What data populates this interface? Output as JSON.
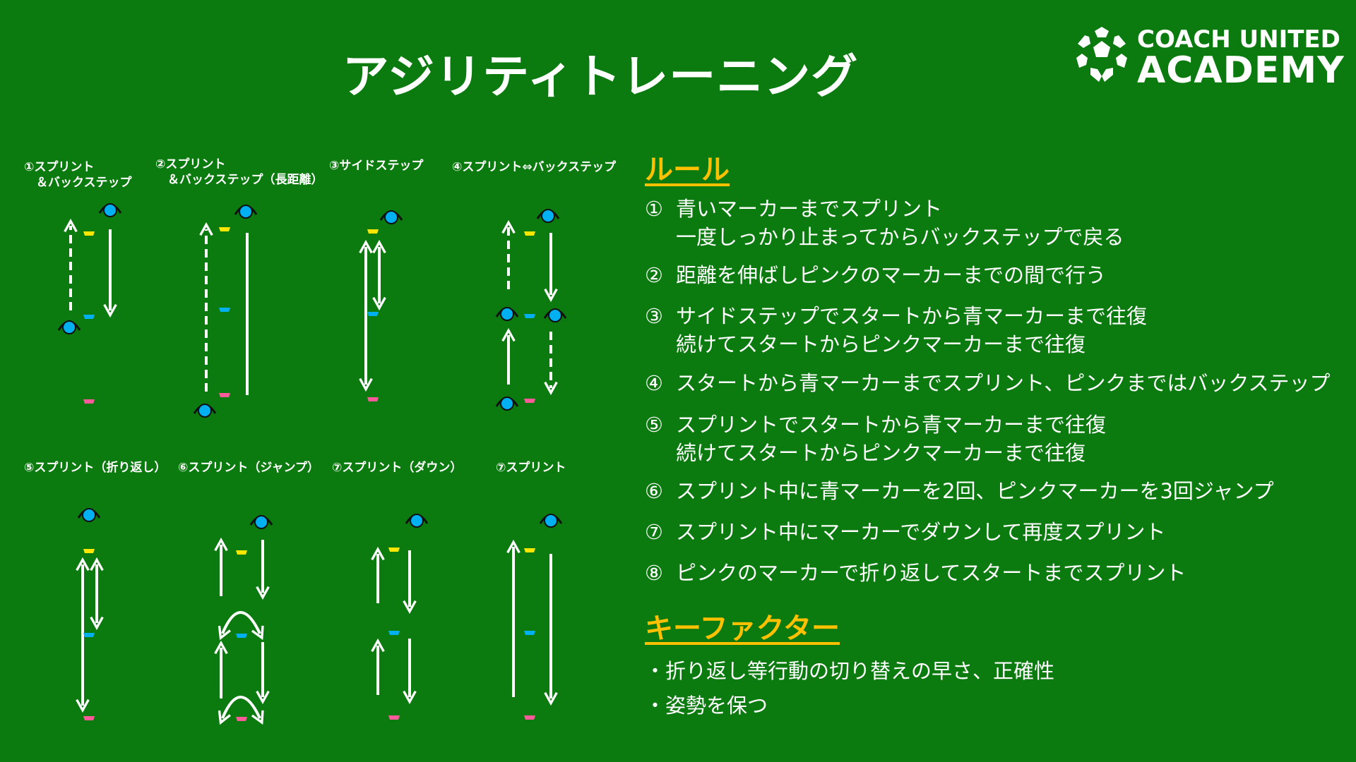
{
  "title": "アジリティトレーニング",
  "logo": {
    "line1": "COACH UNITED",
    "line2": "ACADEMY",
    "icon": "soccer-ball-icon"
  },
  "colors": {
    "background": "#0b7a0f",
    "accent": "#ffc000",
    "blue_marker": "#00b0f0",
    "pink_marker": "#ff5b9b",
    "yellow_marker": "#ffe600"
  },
  "diagram_labels": [
    "①スプリント\n　＆バックステップ",
    "②スプリント\n　＆バックステップ（長距離）",
    "③サイドステップ",
    "④スプリント⇔バックステップ",
    "⑤スプリント（折り返し）",
    "⑥スプリント（ジャンプ）",
    "⑦スプリント（ダウン）",
    "⑦スプリント"
  ],
  "rules_heading": "ルール",
  "rules": [
    {
      "num": "①",
      "line1": "青いマーカーまでスプリント",
      "line2": "一度しっかり止まってからバックステップで戻る"
    },
    {
      "num": "②",
      "line1": "距離を伸ばしピンクのマーカーまでの間で行う",
      "line2": ""
    },
    {
      "num": "③",
      "line1": "サイドステップでスタートから青マーカーまで往復",
      "line2": "続けてスタートからピンクマーカーまで往復"
    },
    {
      "num": "④",
      "line1": "スタートから青マーカーまでスプリント、ピンクまではバックステップ",
      "line2": ""
    },
    {
      "num": "⑤",
      "line1": "スプリントでスタートから青マーカーまで往復",
      "line2": "続けてスタートからピンクマーカーまで往復"
    },
    {
      "num": "⑥",
      "line1": "スプリント中に青マーカーを2回、ピンクマーカーを3回ジャンプ",
      "line2": ""
    },
    {
      "num": "⑦",
      "line1": "スプリント中にマーカーでダウンして再度スプリント",
      "line2": ""
    },
    {
      "num": "⑧",
      "line1": "ピンクのマーカーで折り返してスタートまでスプリント",
      "line2": ""
    }
  ],
  "keyfactor_heading": "キーファクター",
  "keyfactors": [
    "・折り返し等行動の切り替えの早さ、正確性",
    "・姿勢を保つ"
  ]
}
